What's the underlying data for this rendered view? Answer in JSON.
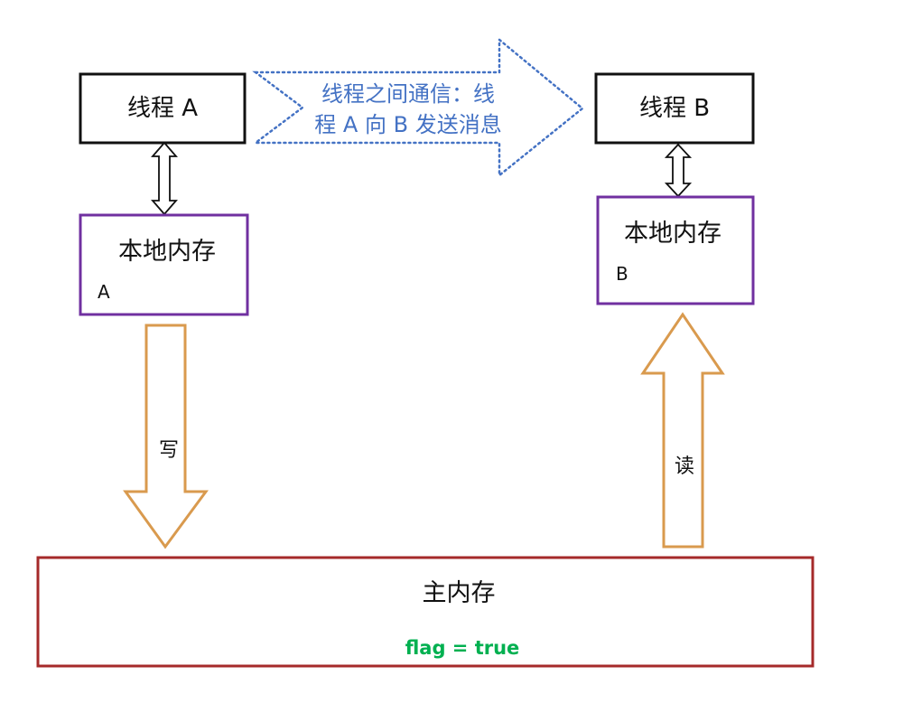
{
  "thread_a": {
    "label": "线程 A"
  },
  "thread_b": {
    "label": "线程 B"
  },
  "local_memory_a": {
    "label": "本地内存",
    "sub": "A"
  },
  "local_memory_b": {
    "label": "本地内存",
    "sub": "B"
  },
  "communication": {
    "line1": "线程之间通信：线",
    "line2": "程 A 向 B 发送消息"
  },
  "write_label": "写",
  "read_label": "读",
  "main_memory": {
    "label": "主内存",
    "flag": "flag = true"
  },
  "colors": {
    "thread_border": "#111111",
    "local_memory_border": "#7030a0",
    "main_memory_border": "#a52a2a",
    "arrow_orange": "#d99a4e",
    "dotted_arrow": "#4472c4",
    "communication_text": "#4472c4",
    "flag_text": "#00b050"
  }
}
